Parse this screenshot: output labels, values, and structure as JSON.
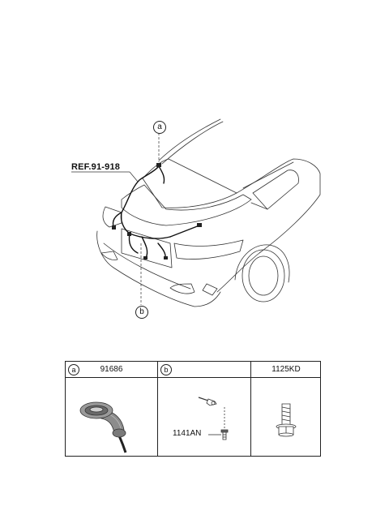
{
  "diagram": {
    "ref_label": "REF.91-918",
    "callout_a": "a",
    "callout_b": "b"
  },
  "parts_table": {
    "columns": [
      {
        "marker": "a",
        "part_number": "91686"
      },
      {
        "marker": "b",
        "part_number": "",
        "sub_label": "1141AN"
      },
      {
        "marker": "",
        "part_number": "1125KD"
      }
    ]
  }
}
